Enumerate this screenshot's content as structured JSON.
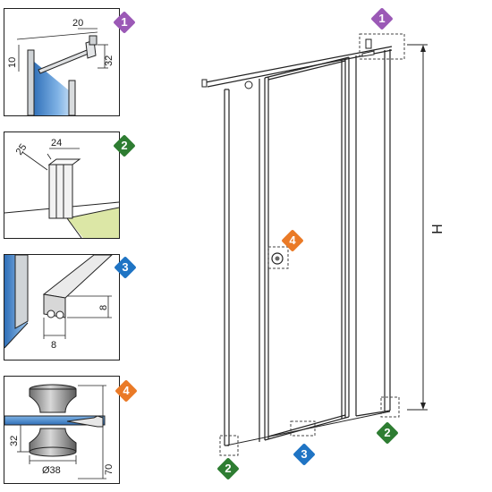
{
  "details": [
    {
      "number": "1",
      "color": "#9b59b6",
      "dims": {
        "width": "20",
        "height_left": "10",
        "height_right": "32"
      }
    },
    {
      "number": "2",
      "color": "#2e7d32",
      "dims": {
        "depth": "25",
        "width": "24"
      }
    },
    {
      "number": "3",
      "color": "#1f74c4",
      "dims": {
        "height": "8",
        "width": "8"
      }
    },
    {
      "number": "4",
      "color": "#ea7a27",
      "dims": {
        "height": "32",
        "diameter": "Ø38",
        "total": "70"
      }
    }
  ],
  "main": {
    "height_label": "H",
    "markers": [
      {
        "number": "1",
        "color": "#9b59b6"
      },
      {
        "number": "4",
        "color": "#ea7a27"
      },
      {
        "number": "2",
        "color": "#2e7d32"
      },
      {
        "number": "2",
        "color": "#2e7d32"
      },
      {
        "number": "3",
        "color": "#1f74c4"
      }
    ]
  }
}
